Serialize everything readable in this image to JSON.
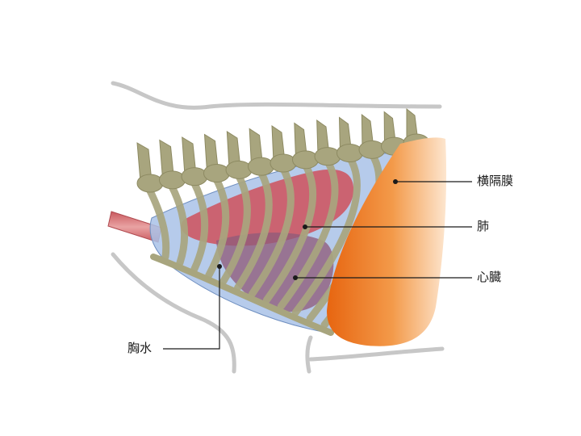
{
  "labels": {
    "diaphragm": "横隔膜",
    "lung": "肺",
    "heart": "心臓",
    "pleural_effusion": "胸水"
  },
  "colors": {
    "bone": "#a8a57e",
    "lung": "#c8555f",
    "heart": "#8e5a78",
    "fluid": "#9fb8e0",
    "diaphragm": "#f07a1e",
    "outline": "#c7c7c7"
  }
}
